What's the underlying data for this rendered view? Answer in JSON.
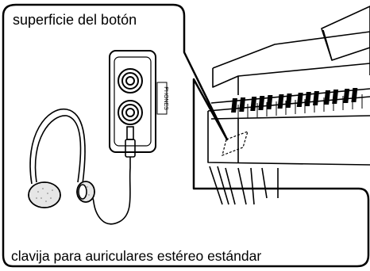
{
  "labels": {
    "button_surface": "superficie del botón",
    "phones_panel": "PHONES",
    "stereo_plug": "clavija para auriculares estéreo estándar"
  },
  "icons": {
    "headphones": "headphones-icon",
    "piano": "piano-icon",
    "jack_panel": "jack-panel-icon"
  },
  "colors": {
    "line": "#000000",
    "background": "#ffffff"
  }
}
